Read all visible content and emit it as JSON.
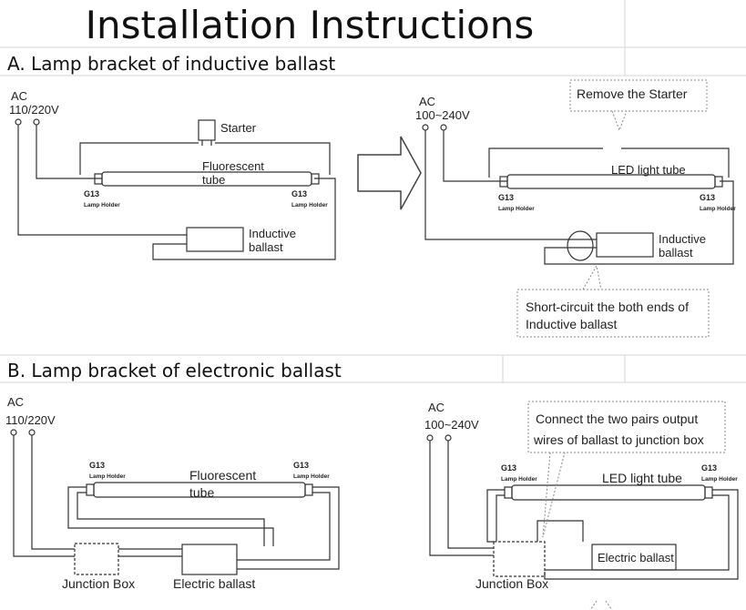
{
  "title": "Installation Instructions",
  "section_a": {
    "heading": "A. Lamp bracket of inductive ballast",
    "left": {
      "ac": "AC",
      "voltage": "110/220V",
      "starter": "Starter",
      "tube_line1": "Fluorescent",
      "tube_line2": "tube",
      "g13": "G13",
      "lamp_holder": "Lamp Holder",
      "ballast_line1": "Inductive",
      "ballast_line2": "ballast"
    },
    "right": {
      "ac": "AC",
      "voltage": "100~240V",
      "callout_top": "Remove the Starter",
      "tube": "LED light tube",
      "g13": "G13",
      "lamp_holder": "Lamp Holder",
      "ballast_line1": "Inductive",
      "ballast_line2": "ballast",
      "callout_bottom_line1": "Short-circuit the both ends of",
      "callout_bottom_line2": "Inductive ballast"
    }
  },
  "section_b": {
    "heading": "B. Lamp bracket of electronic ballast",
    "left": {
      "ac": "AC",
      "voltage": "110/220V",
      "g13": "G13",
      "lamp_holder": "Lamp Holder",
      "tube_line1": "Fluorescent",
      "tube_line2": "tube",
      "junction_box": "Junction Box",
      "ballast": "Electric ballast"
    },
    "right": {
      "ac": "AC",
      "voltage": "100~240V",
      "callout_line1": "Connect the two pairs output",
      "callout_line2": "wires of ballast to junction box",
      "g13": "G13",
      "lamp_holder": "Lamp Holder",
      "tube": "LED light tube",
      "ballast": "Electric ballast",
      "junction_box": "Junction Box"
    }
  }
}
